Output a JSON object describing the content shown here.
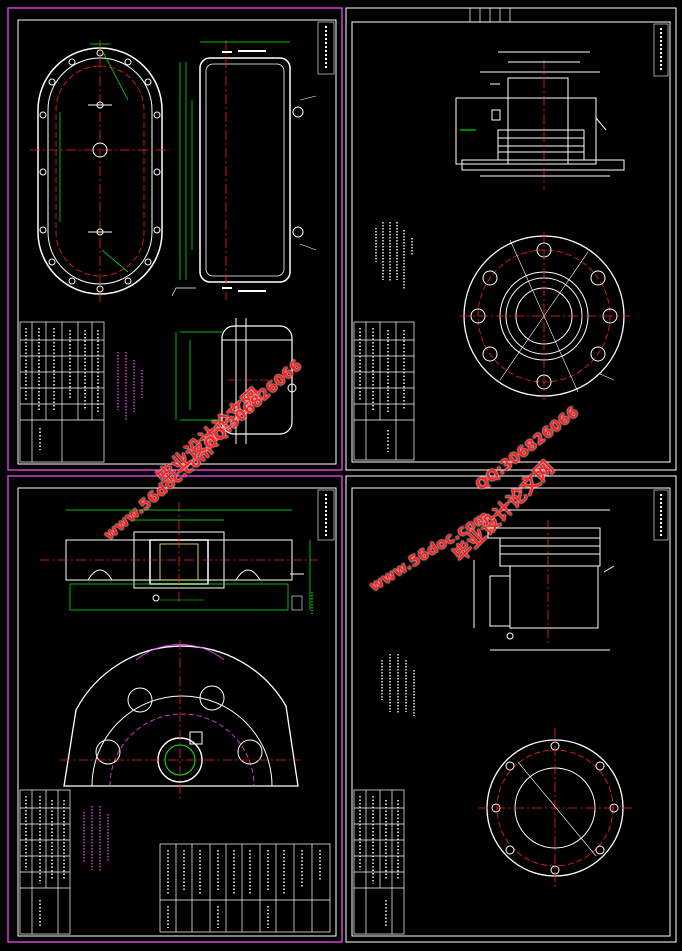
{
  "watermarks": {
    "site_url": "www.56doc.com",
    "brand": "毕业设计论文网",
    "qq": "QQ:306826066"
  },
  "colors": {
    "background": "#000000",
    "sheet_border": "#d040d0",
    "frame": "#ffffff",
    "outline": "#00ff00",
    "center_line": "#ff2020",
    "dimension": "#ffffff",
    "note_magenta": "#ff40ff",
    "watermark": "#ff2020"
  }
}
